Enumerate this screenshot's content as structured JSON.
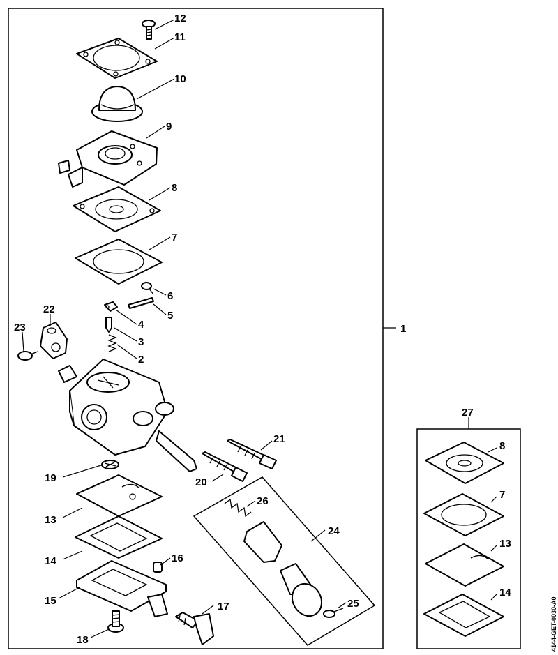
{
  "reference_code": "4144-GET-0030-A0",
  "callouts": {
    "c1": "1",
    "c2": "2",
    "c3": "3",
    "c4": "4",
    "c5": "5",
    "c6": "6",
    "c7": "7",
    "c8": "8",
    "c9": "9",
    "c10": "10",
    "c11": "11",
    "c12": "12",
    "c13": "13",
    "c14": "14",
    "c15": "15",
    "c16": "16",
    "c17": "17",
    "c18": "18",
    "c19": "19",
    "c20": "20",
    "c21": "21",
    "c22": "22",
    "c23": "23",
    "c24": "24",
    "c25": "25",
    "c26": "26",
    "c27": "27"
  },
  "kit_callouts": {
    "k8": "8",
    "k7": "7",
    "k13": "13",
    "k14": "14"
  }
}
